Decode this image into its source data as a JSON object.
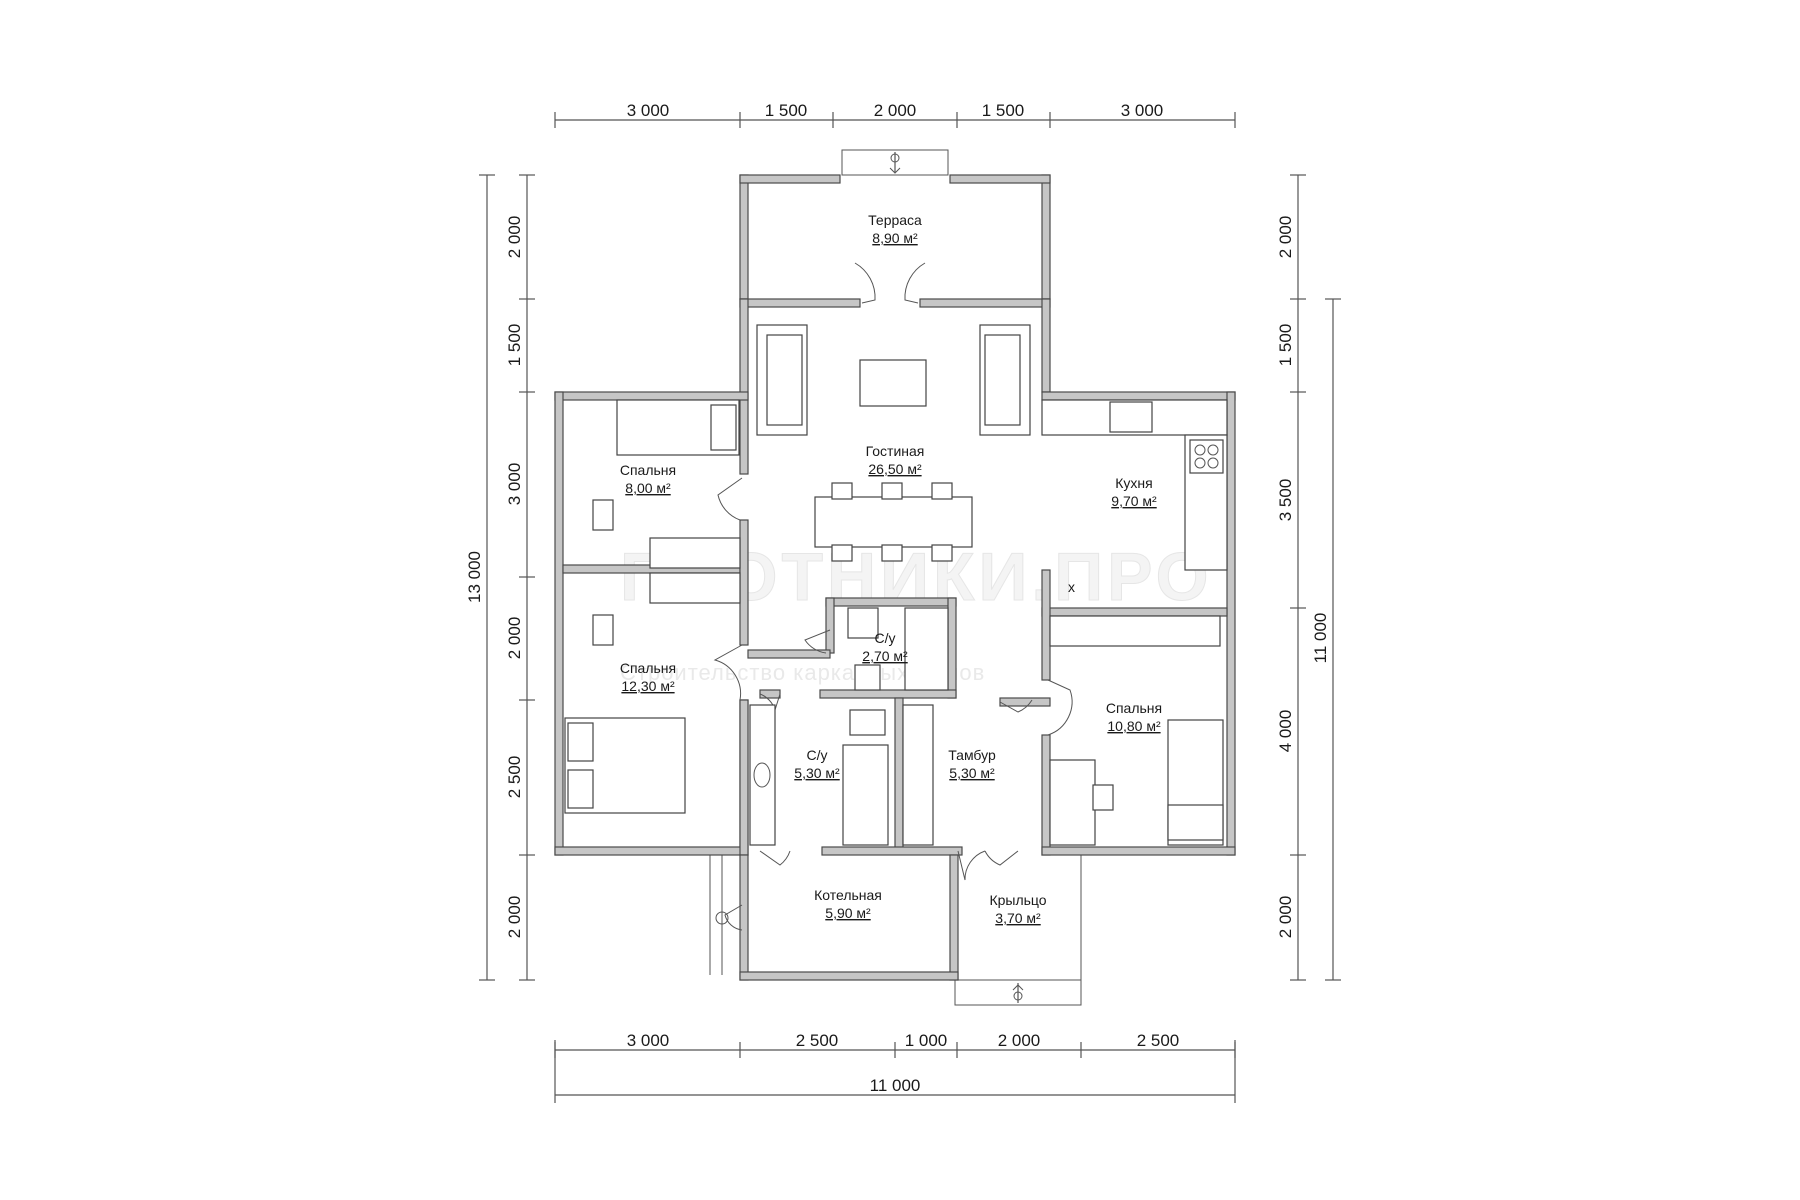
{
  "dimensions": {
    "top": [
      "3 000",
      "1 500",
      "2 000",
      "1 500",
      "3 000"
    ],
    "bottom": [
      "3 000",
      "2 500",
      "1 000",
      "2 000",
      "2 500"
    ],
    "bottom_total": "11 000",
    "left": [
      "2 000",
      "1 500",
      "3 000",
      "2 000",
      "2 500",
      "2 000"
    ],
    "left_total": "13 000",
    "right": [
      "2 000",
      "1 500",
      "3 500",
      "4 000",
      "2 000"
    ],
    "right_total": "11 000"
  },
  "rooms": [
    {
      "name": "Терраса",
      "area": "8,90 м²"
    },
    {
      "name": "Гостиная",
      "area": "26,50 м²"
    },
    {
      "name": "Спальня",
      "area": "8,00 м²"
    },
    {
      "name": "Кухня",
      "area": "9,70 м²"
    },
    {
      "name": "С/у",
      "area": "2,70 м²"
    },
    {
      "name": "Спальня",
      "area": "12,30 м²"
    },
    {
      "name": "Спальня",
      "area": "10,80 м²"
    },
    {
      "name": "С/у",
      "area": "5,30 м²"
    },
    {
      "name": "Тамбур",
      "area": "5,30 м²"
    },
    {
      "name": "Котельная",
      "area": "5,90 м²"
    },
    {
      "name": "Крыльцо",
      "area": "3,70 м²"
    }
  ],
  "kitchen_marker": "x",
  "watermark": {
    "logo": "ПЛОТНИКИ.ПРО",
    "tagline": "Строительство каркасных домов"
  }
}
